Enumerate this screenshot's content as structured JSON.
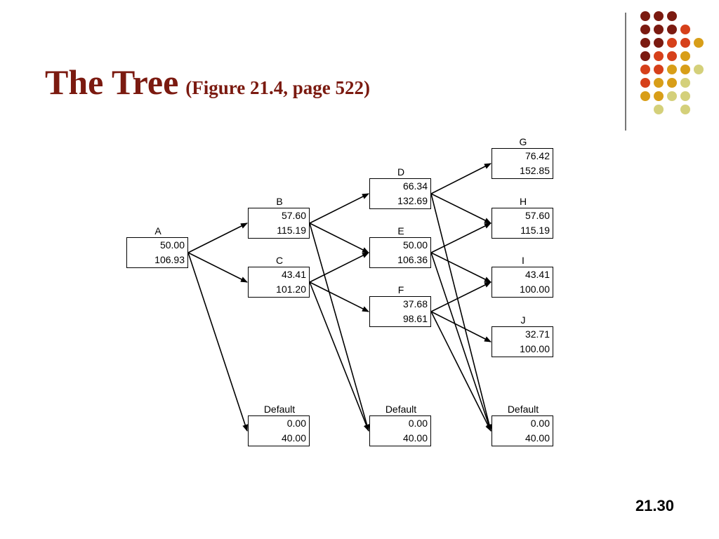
{
  "slide": {
    "title": "The Tree",
    "subtitle": "(Figure 21.4, page 522)",
    "page_number": "21.30"
  },
  "colors": {
    "title": "#7b1a10",
    "dot_palette": [
      "#7b1a10",
      "#d6401a",
      "#d89e18",
      "#d4d07a"
    ]
  },
  "tree": {
    "nodes": {
      "A": {
        "label": "A",
        "value1": "50.00",
        "value2": "106.93"
      },
      "B": {
        "label": "B",
        "value1": "57.60",
        "value2": "115.19"
      },
      "C": {
        "label": "C",
        "value1": "43.41",
        "value2": "101.20"
      },
      "D": {
        "label": "D",
        "value1": "66.34",
        "value2": "132.69"
      },
      "E": {
        "label": "E",
        "value1": "50.00",
        "value2": "106.36"
      },
      "F": {
        "label": "F",
        "value1": "37.68",
        "value2": "98.61"
      },
      "G": {
        "label": "G",
        "value1": "76.42",
        "value2": "152.85"
      },
      "H": {
        "label": "H",
        "value1": "57.60",
        "value2": "115.19"
      },
      "I": {
        "label": "I",
        "value1": "43.41",
        "value2": "100.00"
      },
      "J": {
        "label": "J",
        "value1": "32.71",
        "value2": "100.00"
      },
      "D1": {
        "label": "Default",
        "value1": "0.00",
        "value2": "40.00"
      },
      "D2": {
        "label": "Default",
        "value1": "0.00",
        "value2": "40.00"
      },
      "D3": {
        "label": "Default",
        "value1": "0.00",
        "value2": "40.00"
      }
    },
    "edges": [
      [
        "A",
        "B"
      ],
      [
        "A",
        "C"
      ],
      [
        "A",
        "D1"
      ],
      [
        "B",
        "D"
      ],
      [
        "B",
        "E"
      ],
      [
        "B",
        "D2"
      ],
      [
        "C",
        "E"
      ],
      [
        "C",
        "F"
      ],
      [
        "C",
        "D2"
      ],
      [
        "D",
        "G"
      ],
      [
        "D",
        "H"
      ],
      [
        "D",
        "D3"
      ],
      [
        "E",
        "H"
      ],
      [
        "E",
        "I"
      ],
      [
        "E",
        "D3"
      ],
      [
        "F",
        "I"
      ],
      [
        "F",
        "J"
      ],
      [
        "F",
        "D3"
      ]
    ]
  }
}
